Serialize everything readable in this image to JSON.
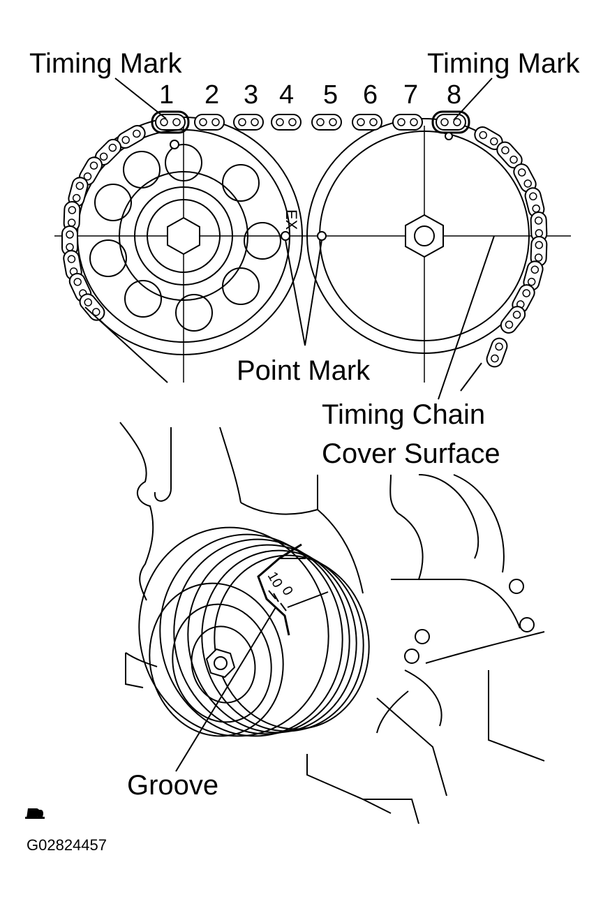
{
  "labels": {
    "timing_mark_left": "Timing Mark",
    "timing_mark_right": "Timing Mark",
    "point_mark": "Point Mark",
    "chain_cover_line1": "Timing Chain",
    "chain_cover_line2": "Cover Surface",
    "groove": "Groove",
    "exhaust": "EX",
    "figure_id": "G02824457"
  },
  "link_numbers": [
    "1",
    "2",
    "3",
    "4",
    "5",
    "6",
    "7",
    "8"
  ],
  "pulley_marks": [
    "10",
    "0"
  ],
  "icons": {
    "corner": "notebook-icon"
  },
  "colors": {
    "ink": "#000000",
    "paper": "#ffffff"
  }
}
